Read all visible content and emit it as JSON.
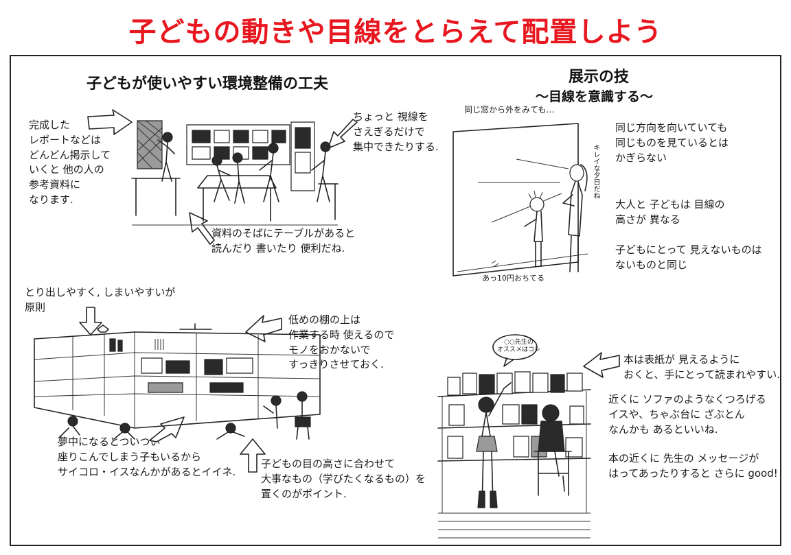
{
  "title": "子どもの動きや目線をとらえて配置しよう",
  "colors": {
    "title": "#e8171f",
    "ink": "#1a1a1a",
    "border": "#222222"
  },
  "left_section": {
    "heading": "子どもが使いやすい環境整備の工夫",
    "note_completed": "完成した\nレポートなどは\nどんどん掲示して\nいくと 他の人の\n参考資料に\nなります.",
    "note_gaze": "ちょっと 視線を\nさえぎるだけで\n集中できたりする.",
    "note_table": "資料のそばにテーブルがあると\n読んだり 書いたり 便利だね."
  },
  "right_section": {
    "heading": "展示の技",
    "subheading": "〜目線を意識する〜",
    "window_label": "同じ窓から外をみても…",
    "sunset_label": "キレイな夕日だね",
    "coin_label": "あっ10円おちてる",
    "note_direction": "同じ方向を向いていても\n同じものを見ているとは\nかぎらない",
    "note_eye_height": "大人と 子どもは 目線の\n高さが 異なる",
    "note_invisible": "子どもにとって 見えないものは\nないものと同じ"
  },
  "shelf_section": {
    "note_principle": "とり出しやすく, しまいやすいが\n原則",
    "note_low_shelf": "低めの棚の上は\n作業する時 使えるので\nモノをおかないで\nすっきりさせておく.",
    "note_dice_chair": "夢中になるとついつい\n座りこんでしまう子もいるから\nサイコロ・イスなんかがあるとイイネ.",
    "note_eye_level": "子どもの目の高さに合わせて\n大事なもの（学びたくなるもの）を\n置くのがポイント."
  },
  "book_section": {
    "bubble_label": "○○先生の\nオススメはコレ",
    "note_cover": "本は表紙が 見えるように\nおくと、手にとって読まれやすい.",
    "note_sofa": "近くに ソファのようなくつろげる\nイスや、ちゃぶ台に ざぶとん\nなんかも あるといいね.",
    "note_message": "本の近くに 先生の メッセージが\nはってあったりすると さらに good!"
  }
}
